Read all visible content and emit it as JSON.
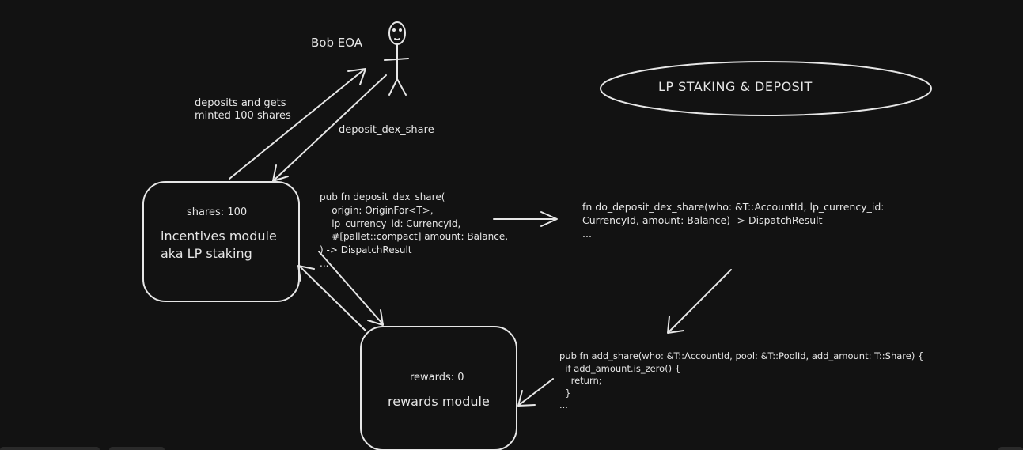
{
  "actor": {
    "label": "Bob EOA"
  },
  "title_ellipse": {
    "label": "LP STAKING & DEPOSIT"
  },
  "edges": {
    "deposit_label": "deposits and gets\nminted 100 shares",
    "call_label": "deposit_dex_share"
  },
  "incentives_box": {
    "stat": "shares: 100",
    "name": "incentives module\naka LP staking"
  },
  "rewards_box": {
    "stat": "rewards: 0",
    "name": "rewards module"
  },
  "code_blocks": {
    "deposit_dex_share": "pub fn deposit_dex_share(\n    origin: OriginFor<T>,\n    lp_currency_id: CurrencyId,\n    #[pallet::compact] amount: Balance,\n) -> DispatchResult\n...",
    "do_deposit_dex_share": "fn do_deposit_dex_share(who: &T::AccountId, lp_currency_id:\nCurrencyId, amount: Balance) -> DispatchResult\n...",
    "add_share": "pub fn add_share(who: &T::AccountId, pool: &T::PoolId, add_amount: T::Share) {\n  if add_amount.is_zero() {\n    return;\n  }\n..."
  },
  "colors": {
    "background": "#121212",
    "stroke": "#e6e6e6"
  }
}
